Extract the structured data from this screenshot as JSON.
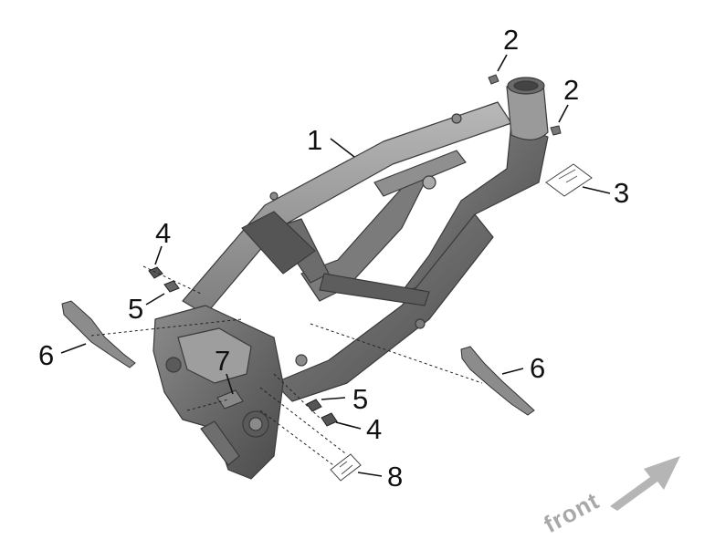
{
  "callouts": {
    "c1": "1",
    "c2a": "2",
    "c2b": "2",
    "c3": "3",
    "c4a": "4",
    "c4b": "4",
    "c5a": "5",
    "c5b": "5",
    "c6a": "6",
    "c6b": "6",
    "c7": "7",
    "c8": "8"
  },
  "direction": {
    "label": "front",
    "arrow_color": "#b5b5b5"
  },
  "colors": {
    "frame_dark": "#4a4a4a",
    "frame_mid": "#7a7a7a",
    "frame_light": "#a9a9a9",
    "line": "#111111"
  }
}
